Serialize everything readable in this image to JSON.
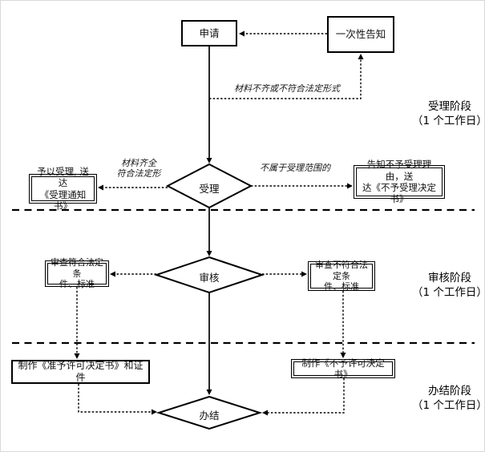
{
  "diagram": {
    "nodes": {
      "apply": {
        "label": "申请"
      },
      "one_time_notice": {
        "label": "一次性告知"
      },
      "accept_grant": {
        "lines": [
          "予以受理, 送达",
          "《受理通知书》"
        ]
      },
      "accept_reject": {
        "lines": [
          "告知不予受理理由，送",
          "达《不予受理决定书》"
        ]
      },
      "review_pass": {
        "lines": [
          "审查符合法定条",
          "件、标准"
        ]
      },
      "review_fail": {
        "lines": [
          "审查不符合法定条",
          "件、标准"
        ]
      },
      "make_permit": {
        "label": "制作《准予许可决定书》和证件"
      },
      "make_denial": {
        "label": "制作《不予许可决定书》"
      }
    },
    "decisions": {
      "accept": {
        "label": "受理"
      },
      "review": {
        "label": "审核"
      },
      "complete": {
        "label": "办结"
      }
    },
    "edge_labels": {
      "materials_incomplete": "材料不齐或不符合法定形式",
      "materials_complete_line1": "材料齐全",
      "materials_complete_line2": "符合法定形",
      "out_of_scope": "不属于受理范围的"
    },
    "stages": [
      {
        "name": "受理阶段",
        "duration": "（1 个工作日）"
      },
      {
        "name": "审核阶段",
        "duration": "（1 个工作日）"
      },
      {
        "name": "办结阶段",
        "duration": "（1 个工作日）"
      }
    ],
    "colors": {
      "line": "#000000",
      "background": "#ffffff"
    }
  }
}
